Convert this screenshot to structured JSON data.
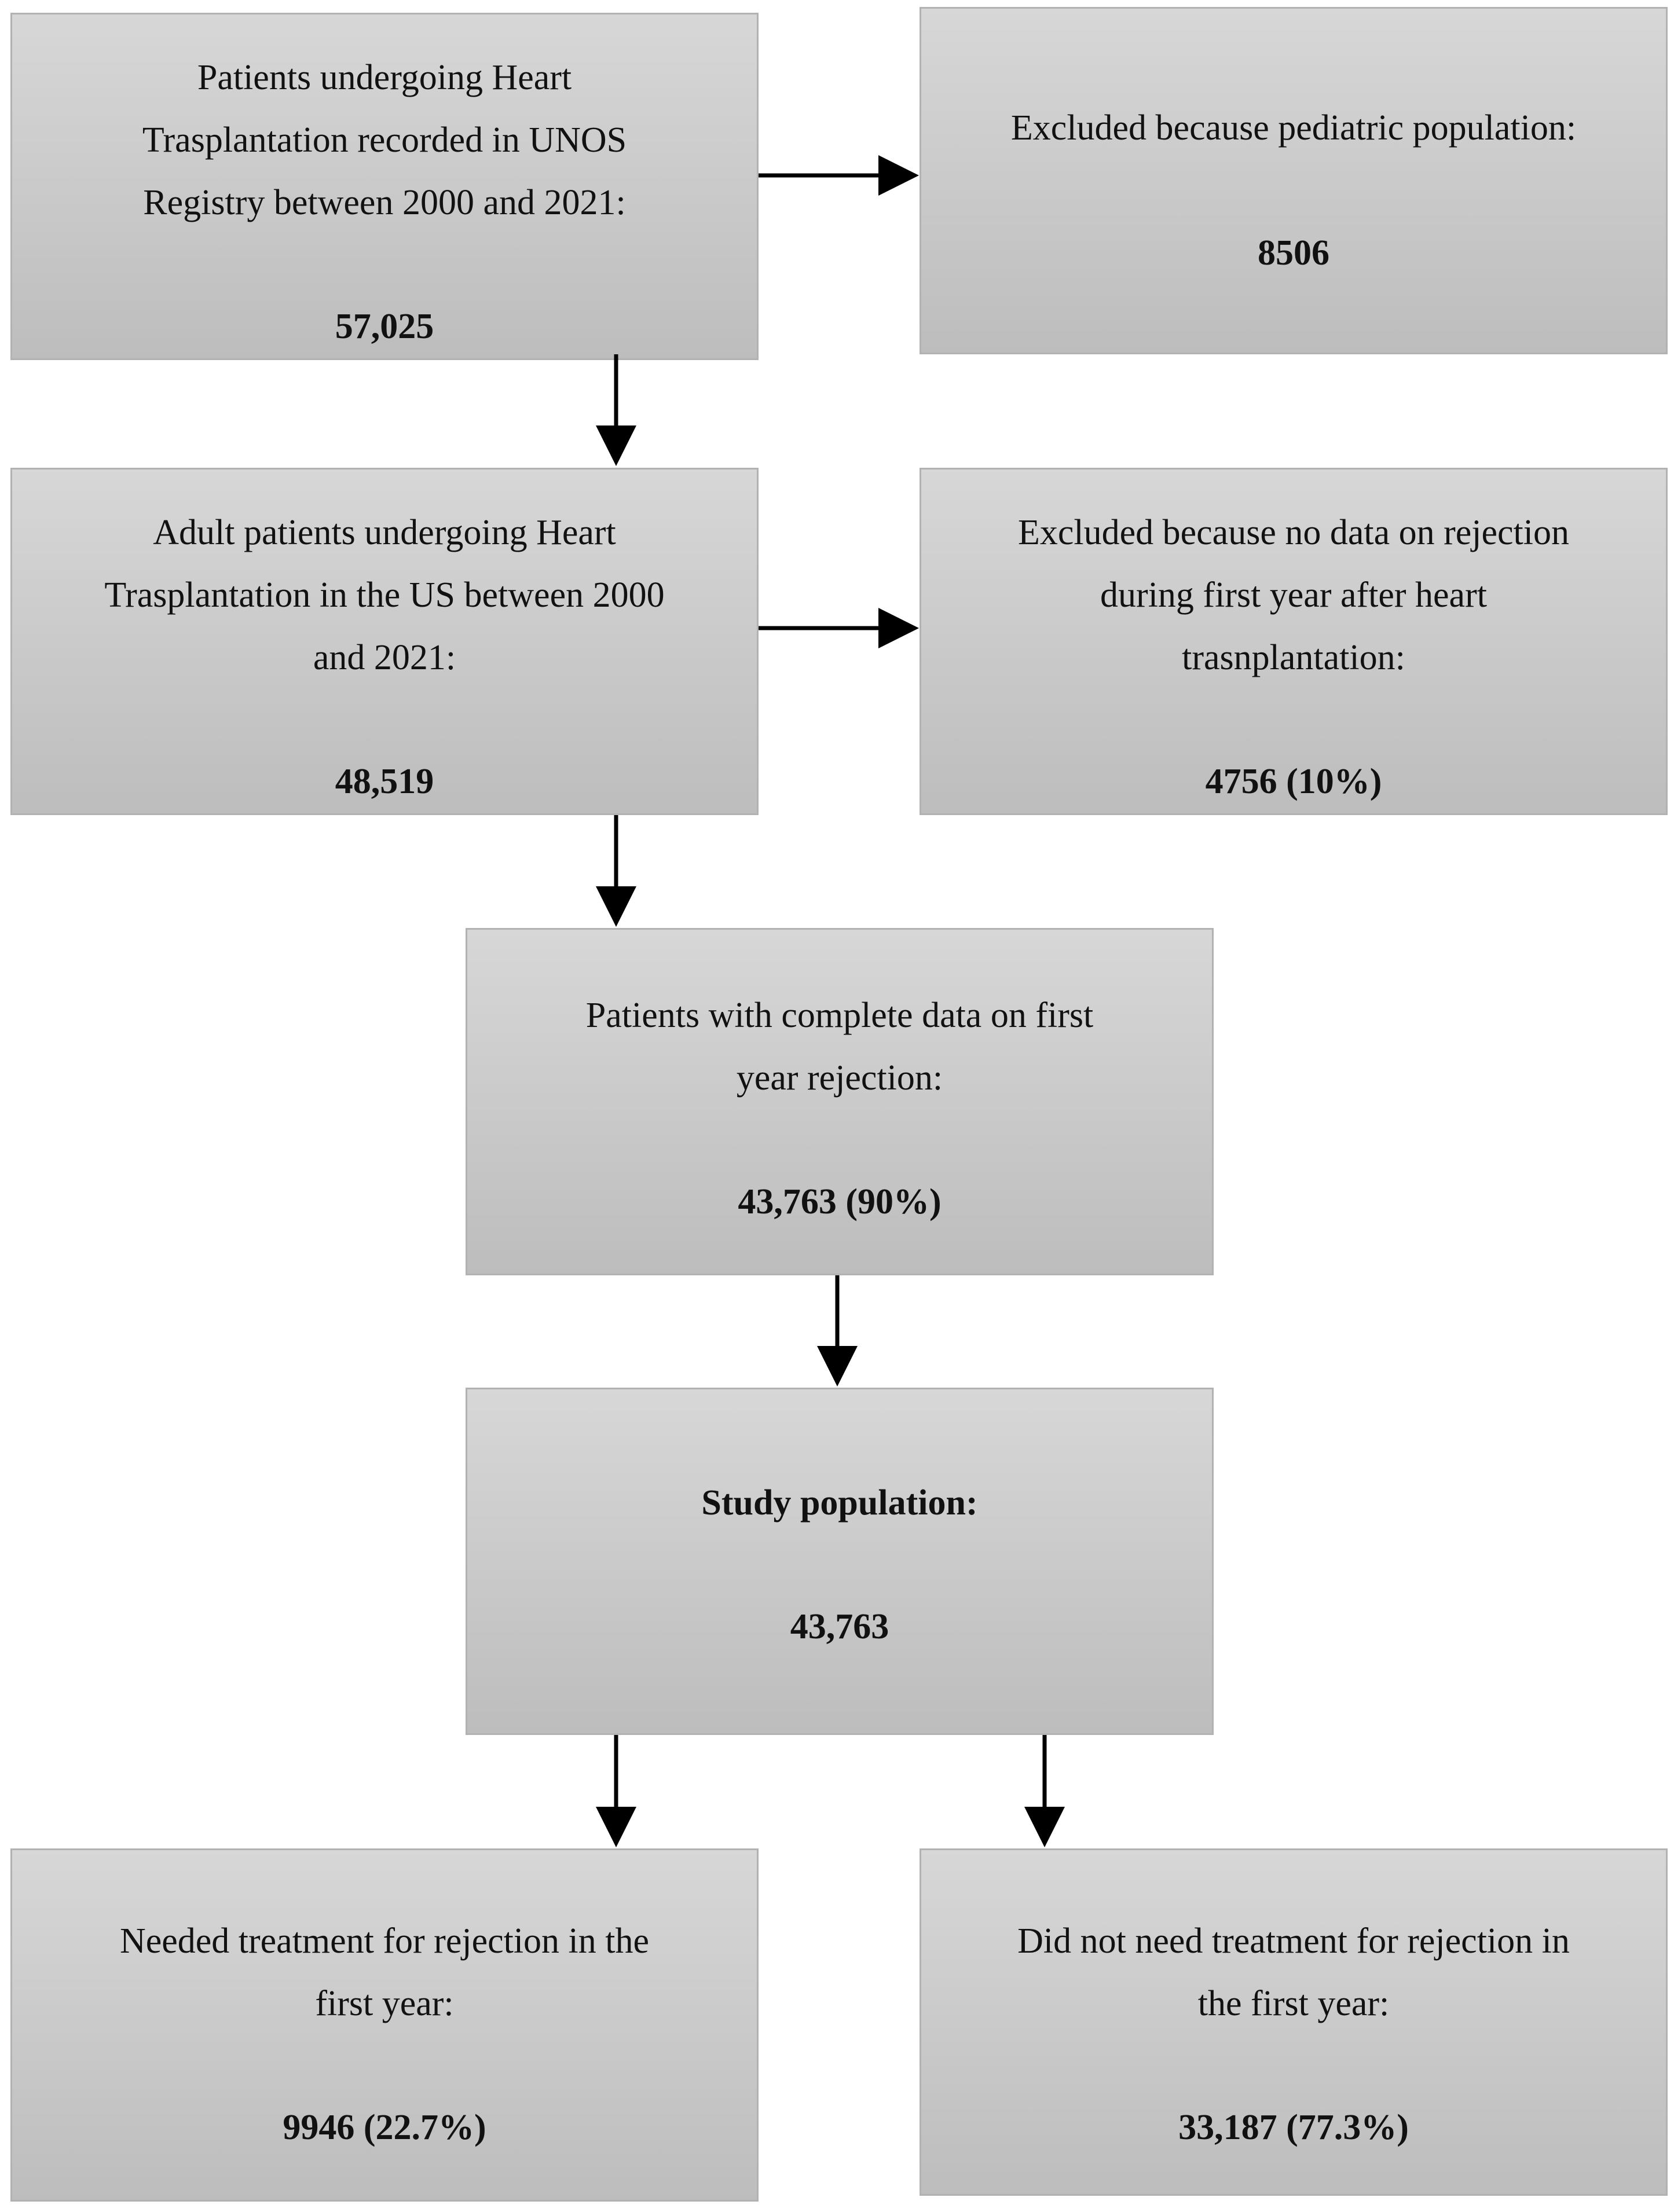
{
  "boxes": {
    "total": {
      "lines": [
        "Patients undergoing Heart",
        "Trasplantation recorded in UNOS",
        "Registry between 2000 and 2021:"
      ],
      "count": "57,025"
    },
    "excluded_pediatric": {
      "lines": [
        "Excluded because pediatric population:"
      ],
      "count": "8506"
    },
    "adult": {
      "lines": [
        "Adult patients undergoing Heart",
        "Trasplantation in the US between 2000",
        "and 2021:"
      ],
      "count": "48,519"
    },
    "excluded_no_data": {
      "lines": [
        "Excluded because no data on rejection",
        "during first year after heart",
        "trasnplantation:"
      ],
      "count": "4756 (10%)"
    },
    "complete_data": {
      "lines": [
        "Patients with complete data on first",
        "year rejection:"
      ],
      "count": "43,763 (90%)"
    },
    "study": {
      "lines": [
        "Study population:"
      ],
      "count": "43,763"
    },
    "treated": {
      "lines": [
        "Needed treatment for rejection in the",
        "first year:"
      ],
      "count": "9946 (22.7%)"
    },
    "not_treated": {
      "lines": [
        "Did not need treatment for rejection in",
        "the first year:"
      ],
      "count": "33,187 (77.3%)"
    }
  },
  "colors": {
    "box_top": "#d7d7d7",
    "box_bottom": "#bdbdbd",
    "border": "#b2b2b2",
    "arrow": "#000000"
  }
}
